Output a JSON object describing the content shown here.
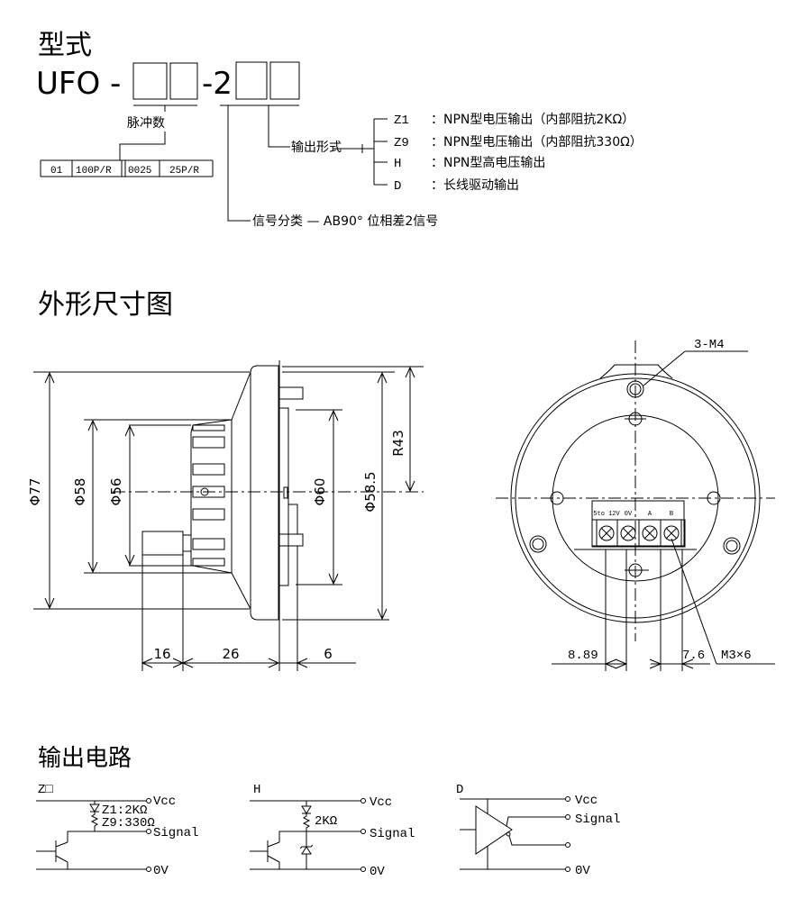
{
  "model": {
    "title": "型式",
    "prefix": "UFO -",
    "mid": "-2",
    "pulse_label": "脉冲数",
    "pulse_table": [
      "01",
      "100P/R",
      "0025",
      "25P/R"
    ],
    "output_label": "输出形式",
    "outputs": [
      {
        "code": "Z1",
        "desc": "：NPN型电压输出（内部阻抗2KΩ）"
      },
      {
        "code": "Z9",
        "desc": "：NPN型电压输出（内部阻抗330Ω）"
      },
      {
        "code": "H",
        "desc": "：NPN型高电压输出"
      },
      {
        "code": "D",
        "desc": "：长线驱动输出"
      }
    ],
    "signal_label": "信号分类 — AB90° 位相差2信号"
  },
  "dimensions": {
    "title": "外形尺寸图",
    "side": {
      "d77": "Φ77",
      "d58": "Φ58",
      "d56": "Φ56",
      "d60": "Φ60",
      "d585": "Φ58.5",
      "r43": "R43",
      "l16": "16",
      "l26": "26",
      "l6": "6"
    },
    "front": {
      "holes": "3-M4",
      "terminals": [
        "5to 12V",
        "0V",
        "A",
        "B"
      ],
      "pitch1": "8.89",
      "pitch2": "7.6",
      "screw": "M3×6"
    }
  },
  "circuits": {
    "title": "输出电路",
    "z": {
      "label": "Z□",
      "vcc": "Vcc",
      "r1": "Z1:2KΩ",
      "r2": "Z9:330Ω",
      "signal": "Signal",
      "ov": "0V"
    },
    "h": {
      "label": "H",
      "vcc": "Vcc",
      "r": "2KΩ",
      "signal": "Signal",
      "ov": "0V"
    },
    "d": {
      "label": "D",
      "vcc": "Vcc",
      "signal": "Signal",
      "ov": "0V"
    }
  }
}
